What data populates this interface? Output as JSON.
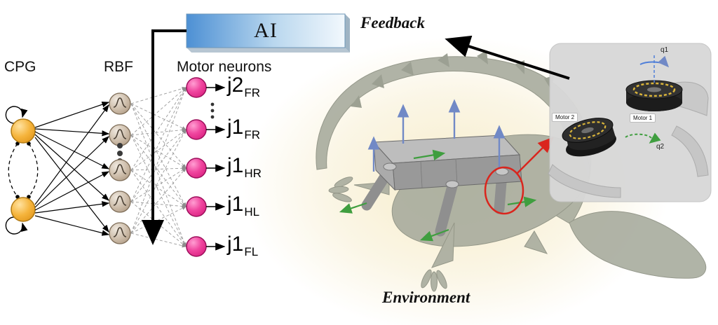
{
  "network": {
    "cpg_label": "CPG",
    "rbf_label": "RBF",
    "motor_label": "Motor neurons",
    "neurons": [
      {
        "main": "j2",
        "sub": "FR"
      },
      {
        "main": "j1",
        "sub": "FR"
      },
      {
        "main": "j1",
        "sub": "HR"
      },
      {
        "main": "j1",
        "sub": "HL"
      },
      {
        "main": "j1",
        "sub": "FL"
      }
    ]
  },
  "ai_box": {
    "label": "AI"
  },
  "labels": {
    "feedback": "Feedback",
    "environment": "Environment"
  },
  "inset": {
    "motor1_label": "Motor 1",
    "motor2_label": "Motor 2",
    "q1_label": "q1",
    "q2_label": "q2"
  },
  "colors": {
    "cpg_neuron": "#f2b63c",
    "rbf_neuron": "#c9b8a4",
    "motor_neuron": "#e82a8c",
    "ai_gradient_start": "#4d90d4",
    "ai_gradient_end": "#f2f8fd",
    "highlight_red": "#da251d",
    "axis_blue": "#7189c6",
    "axis_green": "#3f9e3f",
    "environment_glow": "#f6ebc4",
    "crocodile_gray": "#a6aa9c"
  }
}
